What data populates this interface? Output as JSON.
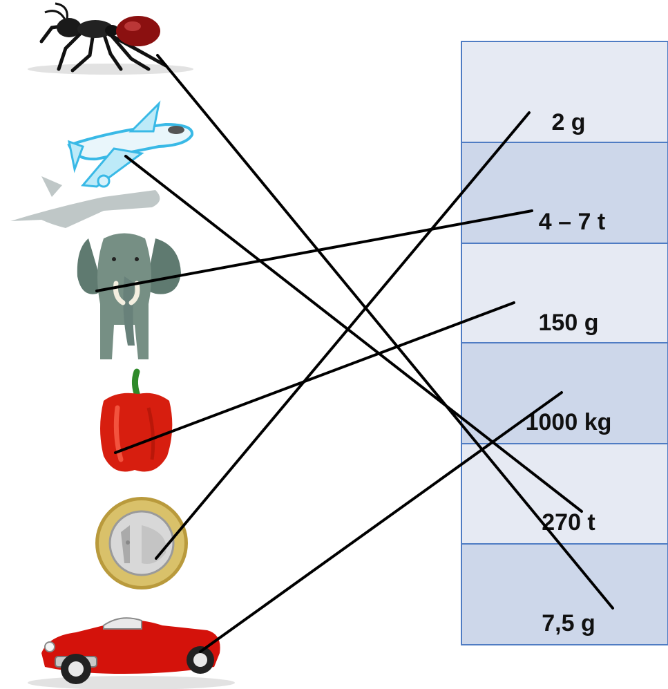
{
  "colors": {
    "cell_light": "#e6eaf3",
    "cell_dark": "#cdd7ea",
    "cell_border": "#4f7cc3",
    "connector": "#000000"
  },
  "items": [
    {
      "id": "ant",
      "icon": "ant-icon"
    },
    {
      "id": "airplane",
      "icon": "airplane-icon"
    },
    {
      "id": "elephant",
      "icon": "elephant-icon"
    },
    {
      "id": "pepper",
      "icon": "pepper-icon"
    },
    {
      "id": "coin",
      "icon": "euro-coin-icon"
    },
    {
      "id": "car",
      "icon": "car-icon"
    }
  ],
  "weights": [
    {
      "label": "2 g"
    },
    {
      "label": "4 – 7 t"
    },
    {
      "label": "150 g"
    },
    {
      "label": "1000 kg"
    },
    {
      "label": "270 t"
    },
    {
      "label": "7,5 g"
    }
  ],
  "connections": [
    {
      "from": "ant",
      "to": "7,5 g"
    },
    {
      "from": "airplane",
      "to": "270 t"
    },
    {
      "from": "elephant",
      "to": "4 – 7 t"
    },
    {
      "from": "pepper",
      "to": "150 g"
    },
    {
      "from": "coin",
      "to": "2 g"
    },
    {
      "from": "car",
      "to": "1000 kg"
    }
  ]
}
